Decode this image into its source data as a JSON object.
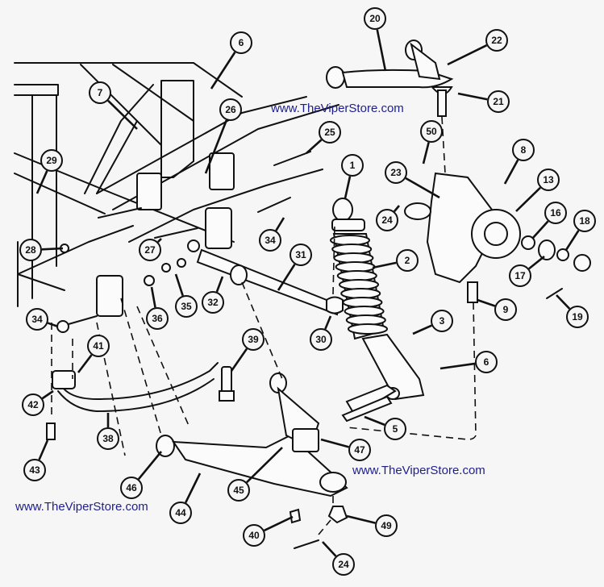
{
  "diagram": {
    "title": "Front Suspension Exploded View",
    "watermarks": [
      "www.TheViperStore.com",
      "www.TheViperStore.com",
      "www.TheViperStore.com"
    ],
    "callouts": [
      {
        "id": "c1",
        "label": "1"
      },
      {
        "id": "c2",
        "label": "2"
      },
      {
        "id": "c3",
        "label": "3"
      },
      {
        "id": "c5",
        "label": "5"
      },
      {
        "id": "c6a",
        "label": "6"
      },
      {
        "id": "c6b",
        "label": "6"
      },
      {
        "id": "c7",
        "label": "7"
      },
      {
        "id": "c8",
        "label": "8"
      },
      {
        "id": "c9",
        "label": "9"
      },
      {
        "id": "c13",
        "label": "13"
      },
      {
        "id": "c16",
        "label": "16"
      },
      {
        "id": "c17",
        "label": "17"
      },
      {
        "id": "c18",
        "label": "18"
      },
      {
        "id": "c19",
        "label": "19"
      },
      {
        "id": "c20",
        "label": "20"
      },
      {
        "id": "c21",
        "label": "21"
      },
      {
        "id": "c22",
        "label": "22"
      },
      {
        "id": "c23",
        "label": "23"
      },
      {
        "id": "c24a",
        "label": "24"
      },
      {
        "id": "c24b",
        "label": "24"
      },
      {
        "id": "c25",
        "label": "25"
      },
      {
        "id": "c26",
        "label": "26"
      },
      {
        "id": "c27",
        "label": "27"
      },
      {
        "id": "c28",
        "label": "28"
      },
      {
        "id": "c29",
        "label": "29"
      },
      {
        "id": "c30",
        "label": "30"
      },
      {
        "id": "c31",
        "label": "31"
      },
      {
        "id": "c32",
        "label": "32"
      },
      {
        "id": "c34a",
        "label": "34"
      },
      {
        "id": "c34b",
        "label": "34"
      },
      {
        "id": "c35",
        "label": "35"
      },
      {
        "id": "c36",
        "label": "36"
      },
      {
        "id": "c38",
        "label": "38"
      },
      {
        "id": "c39",
        "label": "39"
      },
      {
        "id": "c40",
        "label": "40"
      },
      {
        "id": "c41",
        "label": "41"
      },
      {
        "id": "c42",
        "label": "42"
      },
      {
        "id": "c43",
        "label": "43"
      },
      {
        "id": "c44",
        "label": "44"
      },
      {
        "id": "c45",
        "label": "45"
      },
      {
        "id": "c46",
        "label": "46"
      },
      {
        "id": "c47",
        "label": "47"
      },
      {
        "id": "c49",
        "label": "49"
      },
      {
        "id": "c50",
        "label": "50"
      }
    ]
  }
}
